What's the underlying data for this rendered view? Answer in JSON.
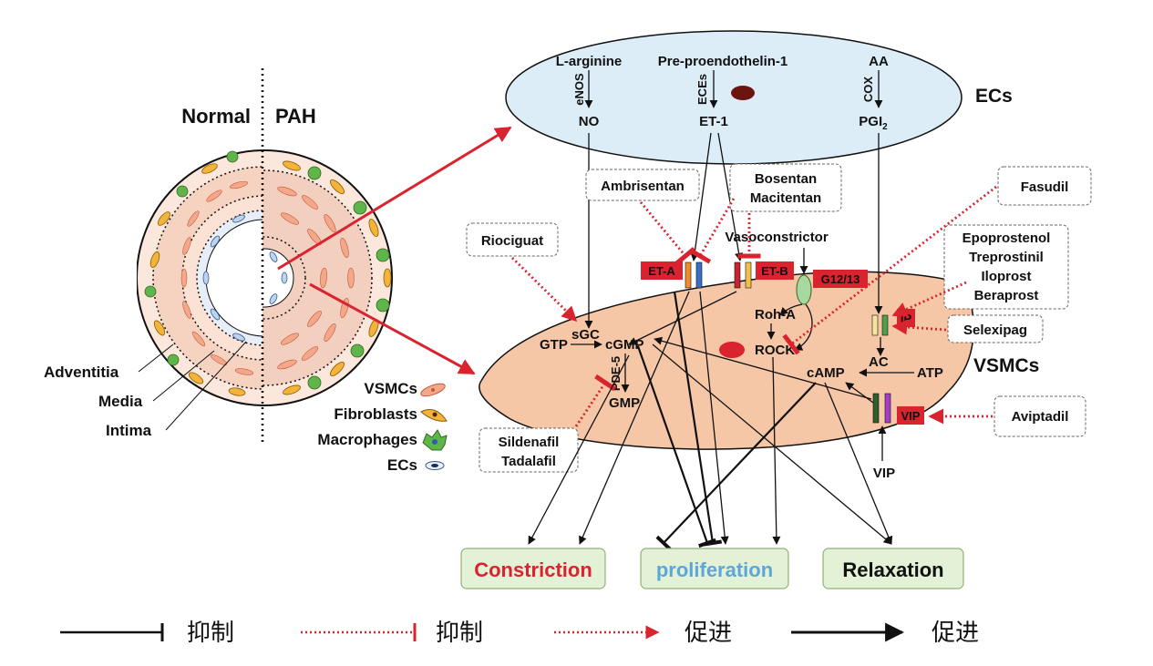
{
  "left_panel": {
    "normal_label": "Normal",
    "pah_label": "PAH",
    "layer_labels": [
      "Adventitia",
      "Media",
      "Intima"
    ],
    "cell_legend": [
      {
        "name": "VSMCs",
        "icon": "vsmc-icon"
      },
      {
        "name": "Fibroblasts",
        "icon": "fibroblast-icon"
      },
      {
        "name": "Macrophages",
        "icon": "macrophage-icon"
      },
      {
        "name": "ECs",
        "icon": "ec-icon"
      }
    ]
  },
  "ecs": {
    "label": "ECs",
    "pathway_no": {
      "substrate": "L-arginine",
      "enzyme": "eNOS",
      "product": "NO"
    },
    "pathway_et": {
      "substrate": "Pre-proendothelin-1",
      "enzyme": "ECEs",
      "product": "ET-1"
    },
    "pathway_pg": {
      "substrate": "AA",
      "enzyme": "COX",
      "product": "PGI",
      "product_sub": "2"
    }
  },
  "vsmcs": {
    "label": "VSMCs",
    "receptors": {
      "eta": "ET-A",
      "etb": "ET-B",
      "g1213": "G12/13",
      "ip": "IP",
      "vip": "VIP"
    },
    "nodes": {
      "gtp": "GTP",
      "sgc": "sGC",
      "cgmp": "cGMP",
      "pde5": "PDE-5",
      "gmp": "GMP",
      "roha": "Roh-A",
      "rock": "ROCK",
      "camp": "cAMP",
      "ac": "AC",
      "atp": "ATP",
      "vasoconstrictor": "Vasoconstrictor",
      "vip_ligand": "VIP"
    }
  },
  "drugs": {
    "ambrisentan": "Ambrisentan",
    "bosentan": [
      "Bosentan",
      "Macitentan"
    ],
    "riociguat": "Riociguat",
    "fasudil": "Fasudil",
    "prostanoids": [
      "Epoprostenol",
      "Treprostinil",
      "Iloprost",
      "Beraprost"
    ],
    "selexipag": "Selexipag",
    "aviptadil": "Aviptadil",
    "pde5_inhibitors": [
      "Sildenafil",
      "Tadalafil"
    ]
  },
  "outcomes": {
    "constriction": "Constriction",
    "proliferation": "proliferation",
    "relaxation": "Relaxation"
  },
  "legend": {
    "inhibit_black": "抑制",
    "inhibit_red": "抑制",
    "promote_red": "促进",
    "promote_black": "促进"
  },
  "colors": {
    "red": "#d9232e",
    "ec_fill": "#dcedf7",
    "vsmc_fill": "#f6c7a7",
    "outcome_fill": "#e3f1d6",
    "constriction_text": "#d9232e",
    "proliferation_text": "#5fa6d8",
    "relaxation_text": "#111111"
  }
}
